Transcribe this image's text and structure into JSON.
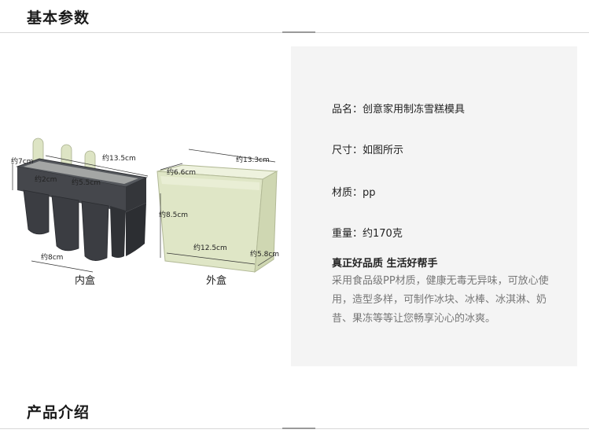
{
  "sections": {
    "basic_params": "基本参数",
    "product_intro": "产品介绍"
  },
  "figure": {
    "inner_box": {
      "caption": "内盒",
      "dims": {
        "height": "约7cm",
        "width": "约13.5cm",
        "stick": "约2cm",
        "side": "约5.5cm",
        "depth": "约8cm"
      }
    },
    "outer_box": {
      "caption": "外盒",
      "dims": {
        "top_width": "约13.3cm",
        "top_depth": "约6.6cm",
        "height": "约8.5cm",
        "bottom_width": "约12.5cm",
        "bottom_depth": "约5.8cm"
      }
    },
    "colors": {
      "inner_box": "#3c3e42",
      "outer_box": "#dfe6c6",
      "sticks": "#dde4c4"
    }
  },
  "specs": {
    "name": "品名：创意家用制冻雪糕模具",
    "size": "尺寸：如图所示",
    "material": "材质：pp",
    "weight": "重量：约170克",
    "slogan": "真正好品质  生活好帮手",
    "description": "采用食品级PP材质，健康无毒无异味，可放心使用，造型多样，可制作冰块、冰棒、冰淇淋、奶昔、果冻等等让您畅享沁心的冰爽。"
  }
}
